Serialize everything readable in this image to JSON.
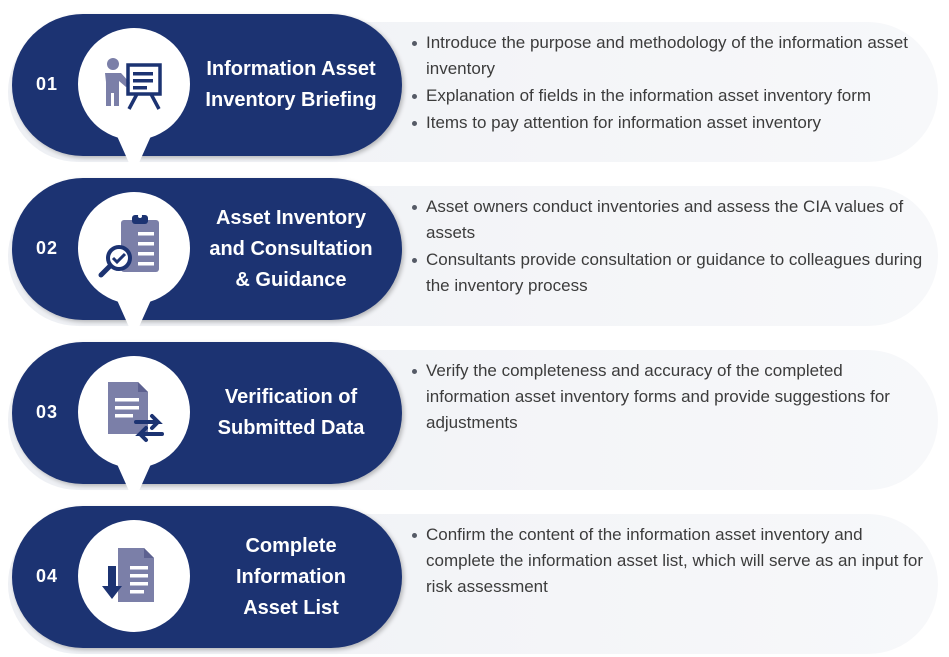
{
  "colors": {
    "navy": "#1c3372",
    "icon": "#7b7fa8",
    "card": "#f1f2f6",
    "text": "#3c3c3c"
  },
  "steps": [
    {
      "number": "01",
      "icon": "presentation-icon",
      "title_lines": [
        "Information Asset",
        "Inventory Briefing"
      ],
      "bullets": [
        "Introduce the purpose and methodology of the information asset inventory",
        "Explanation of fields in the information asset inventory form",
        "Items to pay attention for information asset inventory"
      ]
    },
    {
      "number": "02",
      "icon": "clipboard-check-icon",
      "title_lines": [
        "Asset Inventory",
        "and Consultation",
        "& Guidance"
      ],
      "bullets": [
        "Asset owners conduct inventories and assess the CIA values of assets",
        "Consultants provide consultation or guidance to colleagues during the inventory process"
      ]
    },
    {
      "number": "03",
      "icon": "document-exchange-icon",
      "title_lines": [
        "Verification of",
        "Submitted Data"
      ],
      "bullets": [
        "Verify the completeness and accuracy of the completed information asset inventory forms and provide suggestions for adjustments"
      ]
    },
    {
      "number": "04",
      "icon": "document-download-icon",
      "title_lines": [
        "Complete",
        "Information",
        "Asset List"
      ],
      "bullets": [
        "Confirm the content of the information asset inventory and complete the information asset list, which will serve as an input for risk assessment"
      ]
    }
  ]
}
